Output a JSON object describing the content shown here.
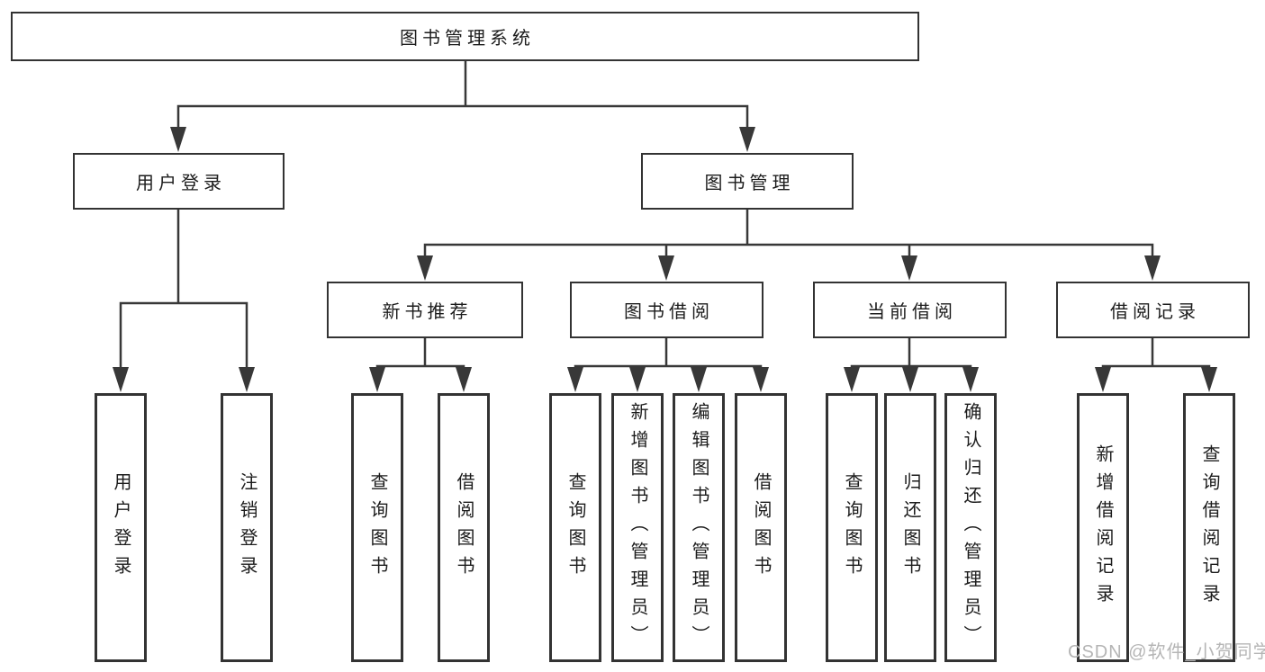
{
  "diagram": {
    "type": "tree",
    "root": {
      "label": "图书管理系统",
      "children": [
        {
          "label": "用户登录",
          "children": [
            {
              "label": "用户登录"
            },
            {
              "label": "注销登录"
            }
          ]
        },
        {
          "label": "图书管理",
          "children": [
            {
              "label": "新书推荐",
              "children": [
                {
                  "label": "查询图书"
                },
                {
                  "label": "借阅图书"
                }
              ]
            },
            {
              "label": "图书借阅",
              "children": [
                {
                  "label": "查询图书"
                },
                {
                  "label": "新增图书（管理员）"
                },
                {
                  "label": "编辑图书（管理员）"
                },
                {
                  "label": "借阅图书"
                }
              ]
            },
            {
              "label": "当前借阅",
              "children": [
                {
                  "label": "查询图书"
                },
                {
                  "label": "归还图书"
                },
                {
                  "label": "确认归还（管理员）"
                }
              ]
            },
            {
              "label": "借阅记录",
              "children": [
                {
                  "label": "新增借阅记录"
                },
                {
                  "label": "查询借阅记录"
                }
              ]
            }
          ]
        }
      ]
    },
    "colors": {
      "line": "#383838",
      "box_border": "#333333",
      "text": "#1c1c1c",
      "background": "#ffffff"
    }
  },
  "watermark": {
    "text": "CSDN @软件_小贺同学",
    "color": "#b5b5b5"
  }
}
